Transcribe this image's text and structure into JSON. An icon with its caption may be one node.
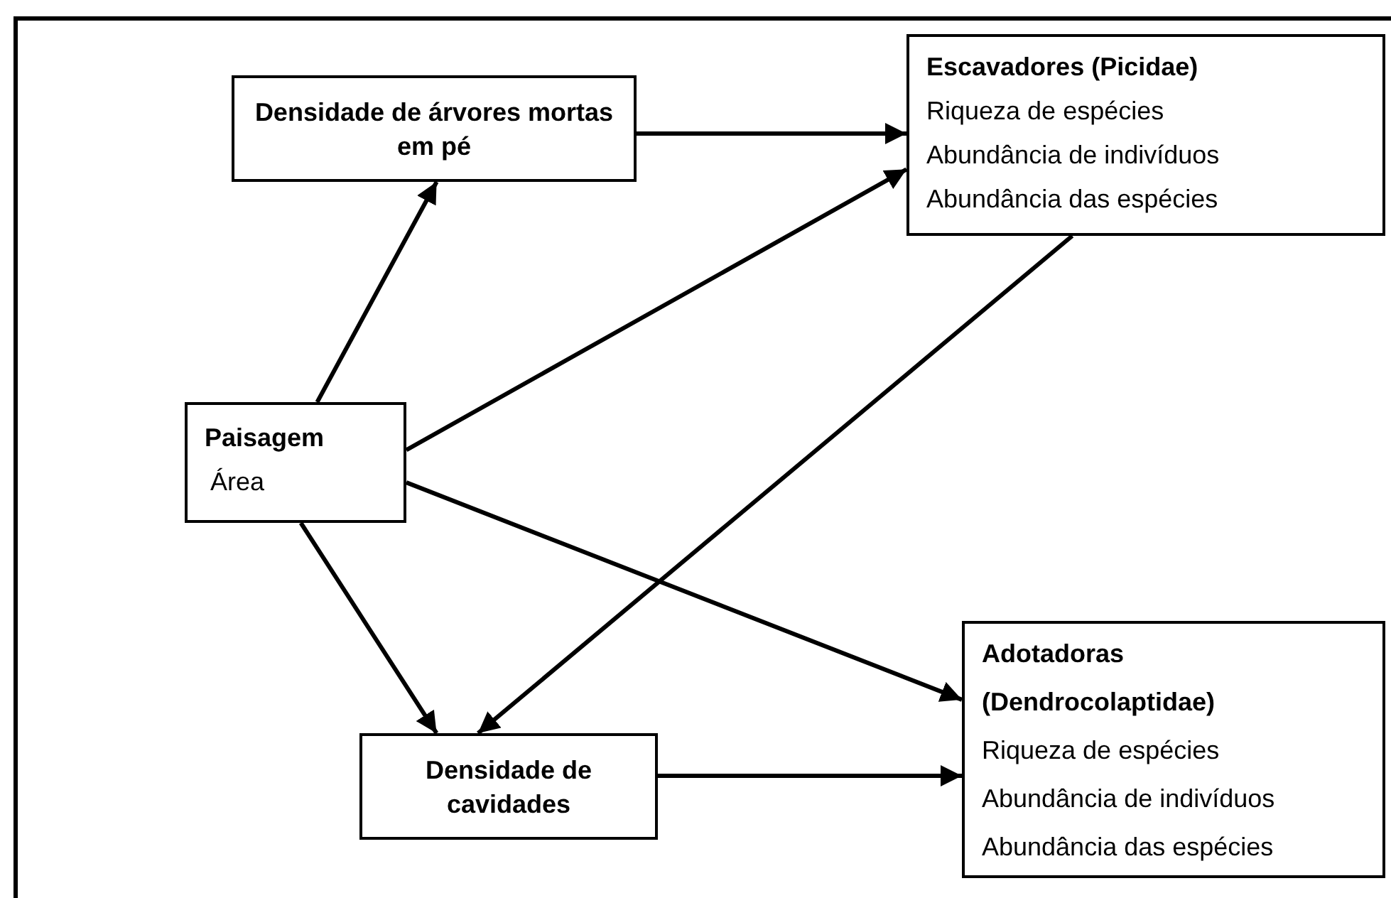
{
  "diagram": {
    "nodes": [
      {
        "text": [
          "Densidade de árvores mortas em pé"
        ]
      },
      {
        "text": [
          "Escavadores (Picidae)",
          "Riqueza de espécies",
          "Abundância de indivíduos",
          "Abundância das espécies"
        ]
      },
      {
        "text": [
          "Paisagem",
          "Área"
        ]
      },
      {
        "text": [
          "Densidade de cavidades"
        ]
      },
      {
        "text": [
          "Adotadoras (Dendrocolaptidae)",
          "Riqueza de espécies",
          "Abundância de indivíduos",
          "Abundância das espécies"
        ]
      }
    ],
    "edges": [
      {
        "from": 0,
        "to": 1,
        "arrow": "to"
      },
      {
        "from": 2,
        "to": 0,
        "arrow": "to"
      },
      {
        "from": 2,
        "to": 1,
        "arrow": "to"
      },
      {
        "from": 1,
        "to": 3,
        "arrow": "to"
      },
      {
        "from": 2,
        "to": 4,
        "arrow": "to"
      },
      {
        "from": 2,
        "to": 3,
        "arrow": "to"
      },
      {
        "from": 3,
        "to": 4,
        "arrow": "to"
      }
    ]
  }
}
